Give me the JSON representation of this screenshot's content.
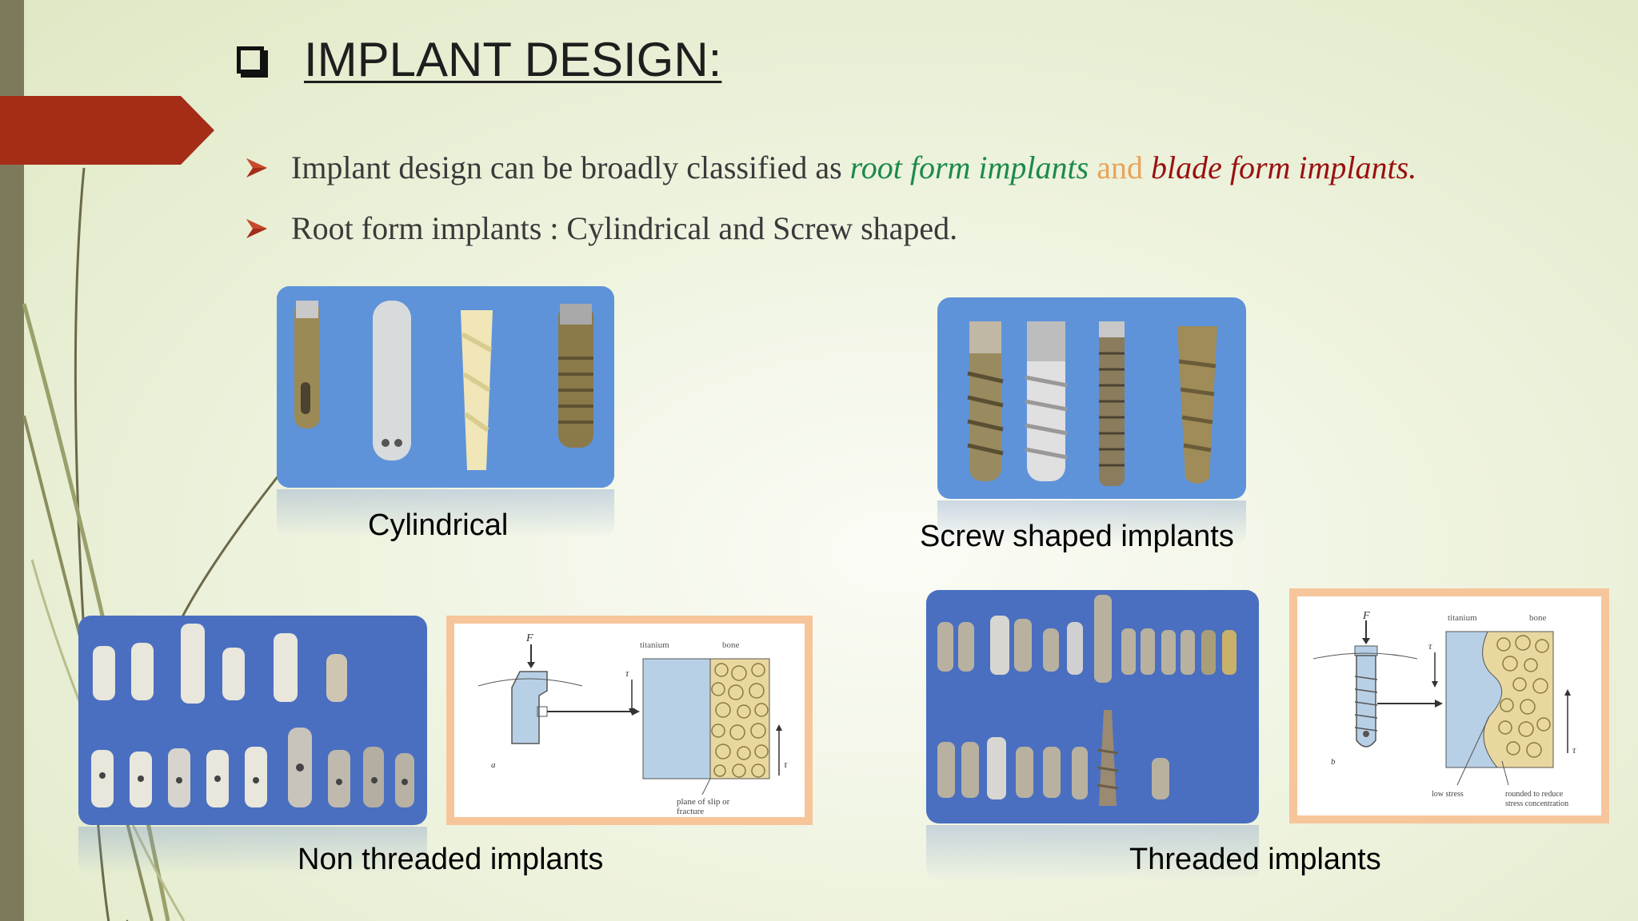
{
  "slide": {
    "title": "IMPLANT DESIGN:",
    "bullets": [
      {
        "prefix": "Implant design can be broadly classified as ",
        "term1": "root form implants",
        "conj": " and ",
        "term2": "blade form implants",
        "suffix": "."
      },
      {
        "text": "Root form implants : Cylindrical and Screw shaped."
      }
    ]
  },
  "captions": {
    "cylindrical": "Cylindrical",
    "screw": "Screw shaped implants",
    "non_threaded": "Non threaded implants",
    "threaded": "Threaded implants"
  },
  "diagram_left": {
    "force": "F",
    "titanium": "titanium",
    "bone": "bone",
    "tau": "τ",
    "panel": "a",
    "slip": "plane of slip or",
    "slip2": "fracture"
  },
  "diagram_right": {
    "force": "F",
    "titanium": "titanium",
    "bone": "bone",
    "tau": "τ",
    "panel": "b",
    "low_stress": "low stress",
    "rounded": "rounded to reduce",
    "rounded2": "stress concentration"
  },
  "colors": {
    "accent_red": "#a52d18",
    "green_term": "#1c8a4a",
    "orange_conj": "#e8a45c",
    "red_term": "#9a1010",
    "photo_blue": "#5b8fd6",
    "diagram_frame": "#f6c69a"
  },
  "icons": [
    "checkbox-icon",
    "arrow-bullet-icon"
  ]
}
